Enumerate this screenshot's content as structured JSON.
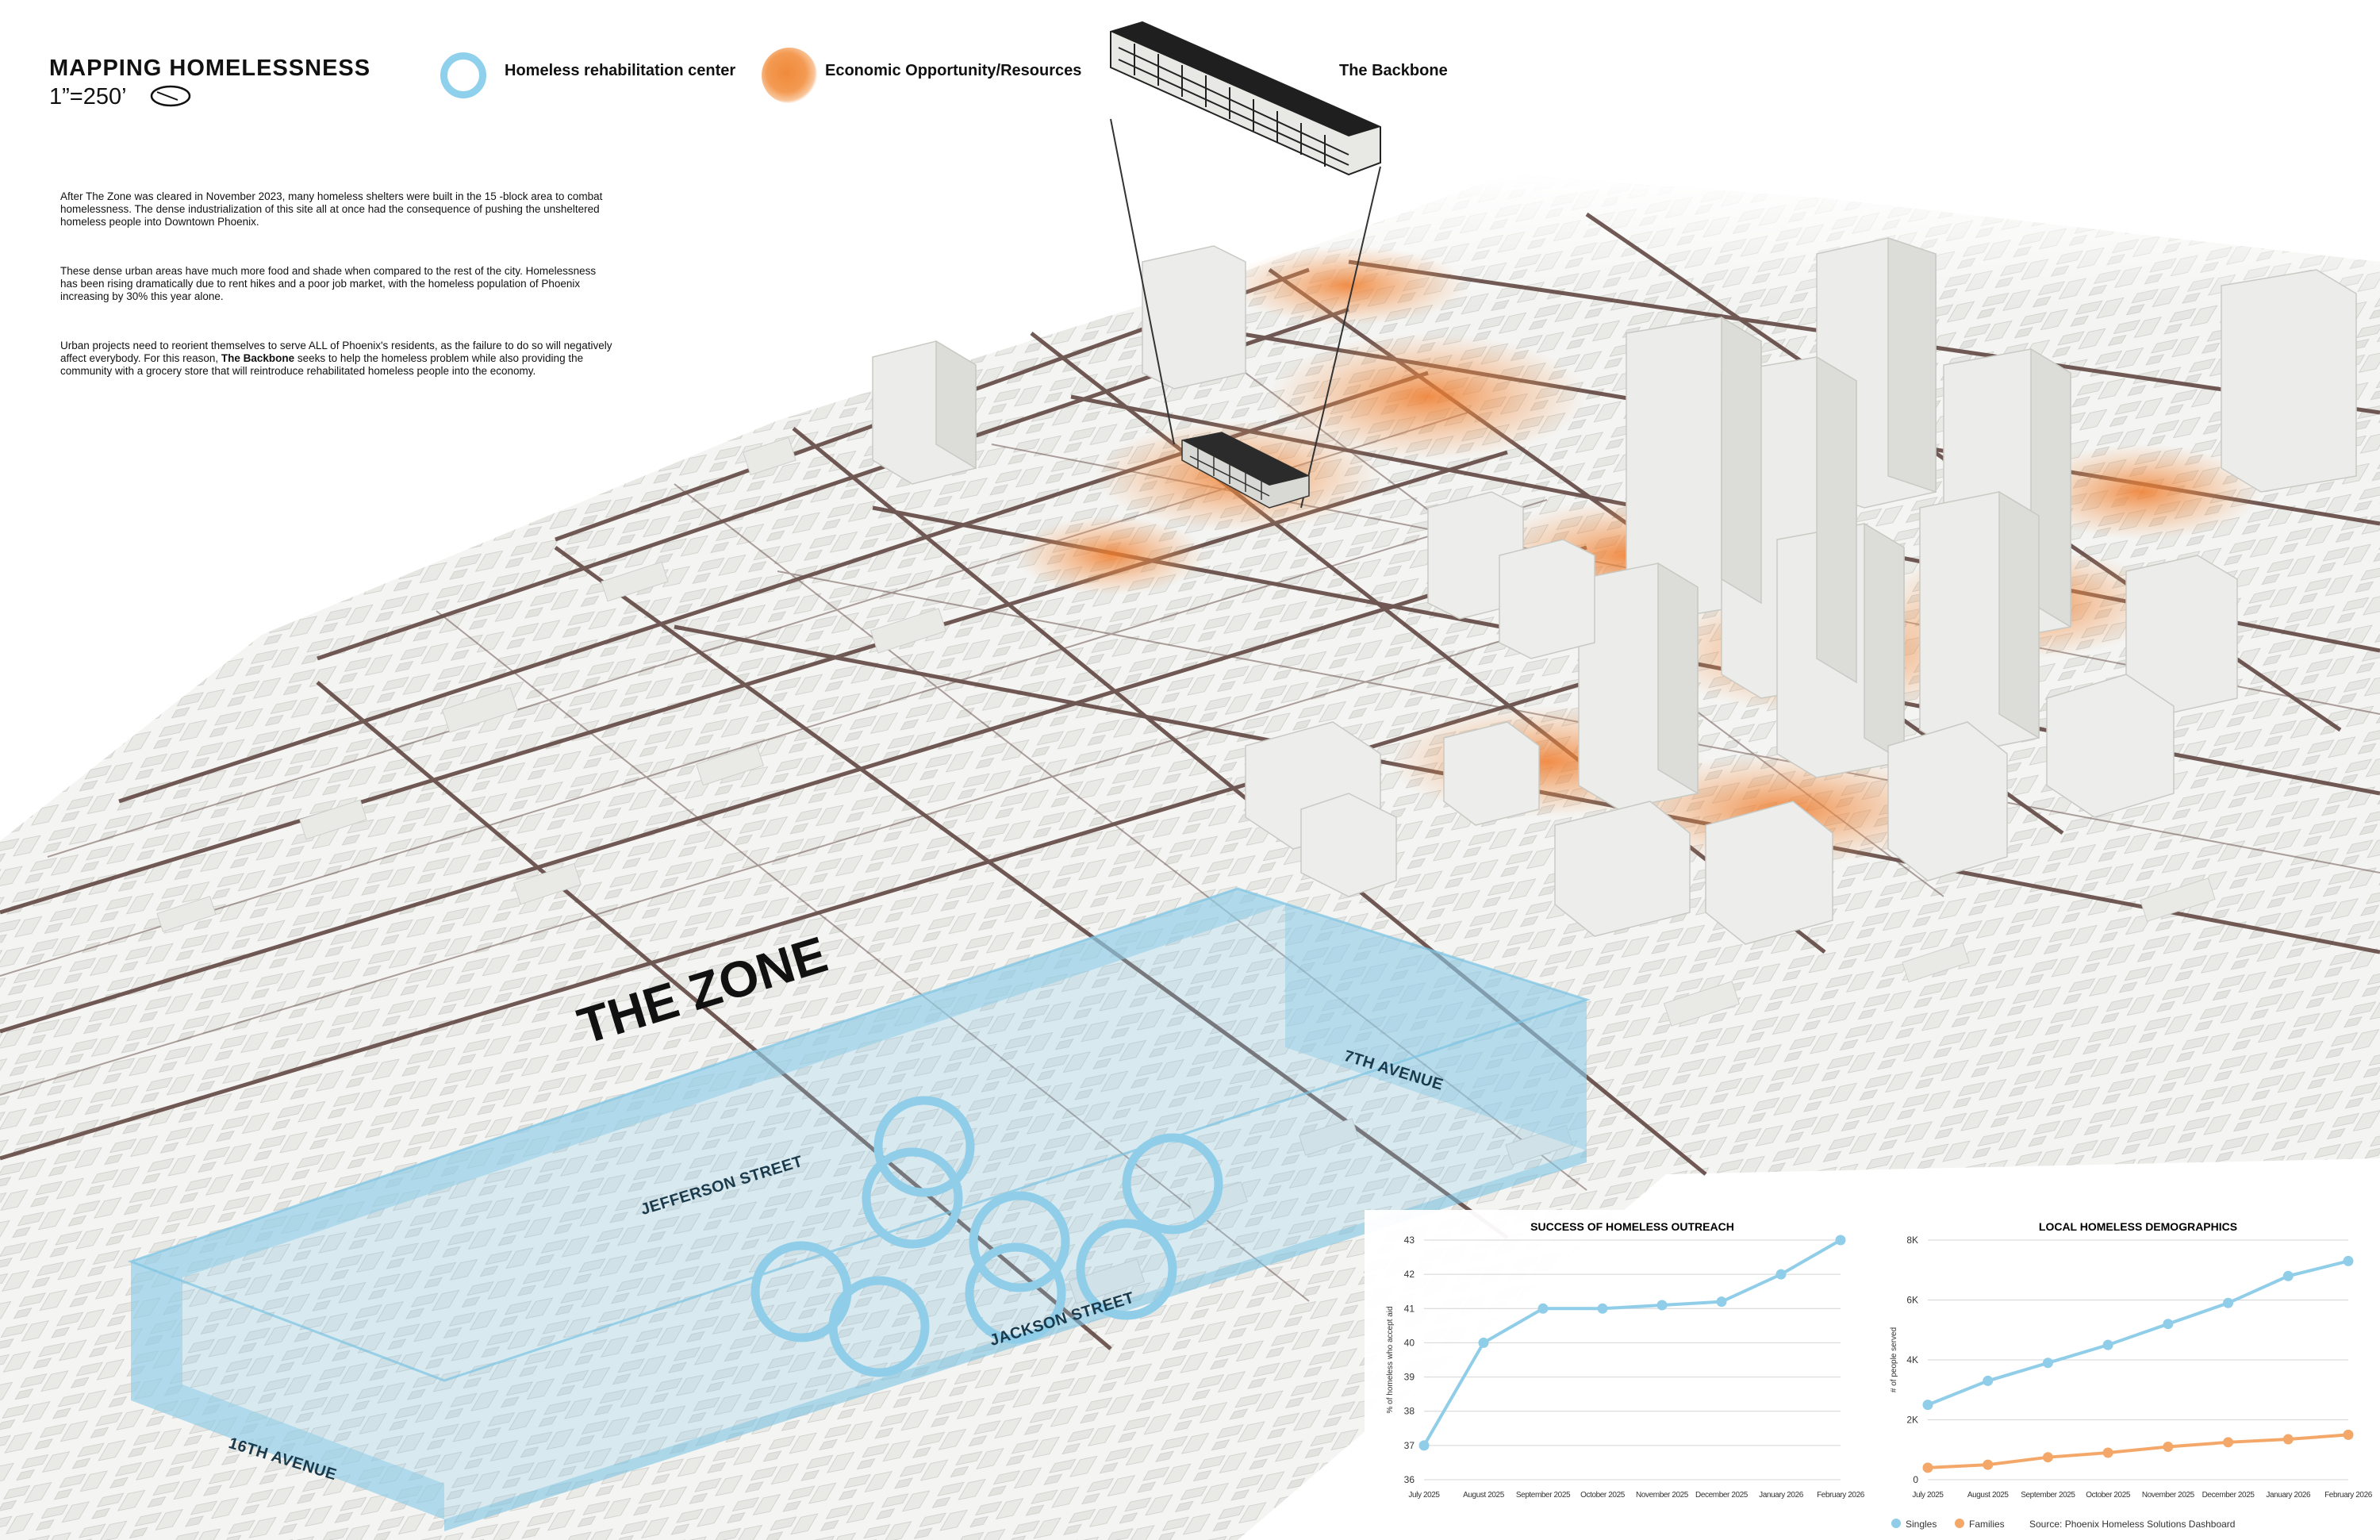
{
  "header": {
    "title": "MAPPING HOMELESSNESS",
    "scale": "1”=250’"
  },
  "legend": {
    "rehab": "Homeless rehabilitation center",
    "econ": "Economic Opportunity/Resources",
    "backbone": "The Backbone"
  },
  "intro": {
    "p1": "After The Zone was cleared in November 2023, many homeless shelters were built in the 15 -block area to combat homelessness. The dense industrialization of this site all at once had the consequence of pushing the unsheltered homeless people into Downtown Phoenix.",
    "p2": "These dense urban areas have much more food and shade when compared to the rest of the city. Homelessness has been rising dramatically due to rent hikes and a poor job market, with the homeless population of Phoenix increasing by 30% this year alone.",
    "p3a": "Urban projects need to reorient themselves to serve ALL of Phoenix's residents, as the failure to do so will negatively affect everybody. For this reason, ",
    "p3b": "The Backbone",
    "p3c": " seeks to help the homeless problem while also providing the community with a grocery store that will reintroduce rehabilitated homeless people into the economy."
  },
  "map": {
    "zone": "THE ZONE",
    "streets": {
      "jefferson": "JEFFERSON STREET",
      "jackson": "JACKSON STREET",
      "seventh": "7TH AVENUE",
      "sixteenth": "16TH AVENUE"
    }
  },
  "chart_data": [
    {
      "type": "line",
      "title": "SUCCESS OF HOMELESS OUTREACH",
      "ylabel": "% of homeless who accept aid",
      "xlabel": "",
      "categories": [
        "July 2025",
        "August 2025",
        "September 2025",
        "October 2025",
        "November 2025",
        "December 2025",
        "January 2026",
        "February 2026"
      ],
      "series": [
        {
          "values": [
            37,
            40,
            41,
            41,
            41.1,
            41.2,
            42,
            43
          ]
        }
      ],
      "yticks": [
        36,
        37,
        38,
        39,
        40,
        41,
        42,
        43
      ],
      "ylim": [
        36,
        43
      ],
      "color": "#8fcde8",
      "grid": true
    },
    {
      "type": "line",
      "title": "LOCAL HOMELESS DEMOGRAPHICS",
      "ylabel": "# of people served",
      "xlabel": "",
      "categories": [
        "July 2025",
        "August 2025",
        "September 2025",
        "October 2025",
        "November 2025",
        "December 2025",
        "January 2026",
        "February 2026"
      ],
      "series": [
        {
          "name": "Singles",
          "values": [
            2500,
            3300,
            3900,
            4500,
            5200,
            5900,
            6800,
            7300
          ],
          "color": "#8fcde8"
        },
        {
          "name": "Families",
          "values": [
            400,
            500,
            750,
            900,
            1100,
            1250,
            1350,
            1500
          ],
          "color": "#f3a86a"
        }
      ],
      "yticks": [
        0,
        2000,
        4000,
        6000,
        8000
      ],
      "ytick_labels": [
        "0",
        "2K",
        "4K",
        "6K",
        "8K"
      ],
      "ylim": [
        0,
        8000
      ],
      "grid": true,
      "source": "Source: Phoenix Homeless Solutions Dashboard"
    }
  ],
  "colors": {
    "zone_fill": "#8fcde8",
    "econ": "#f08a3c",
    "road": "#5a3f3a"
  }
}
